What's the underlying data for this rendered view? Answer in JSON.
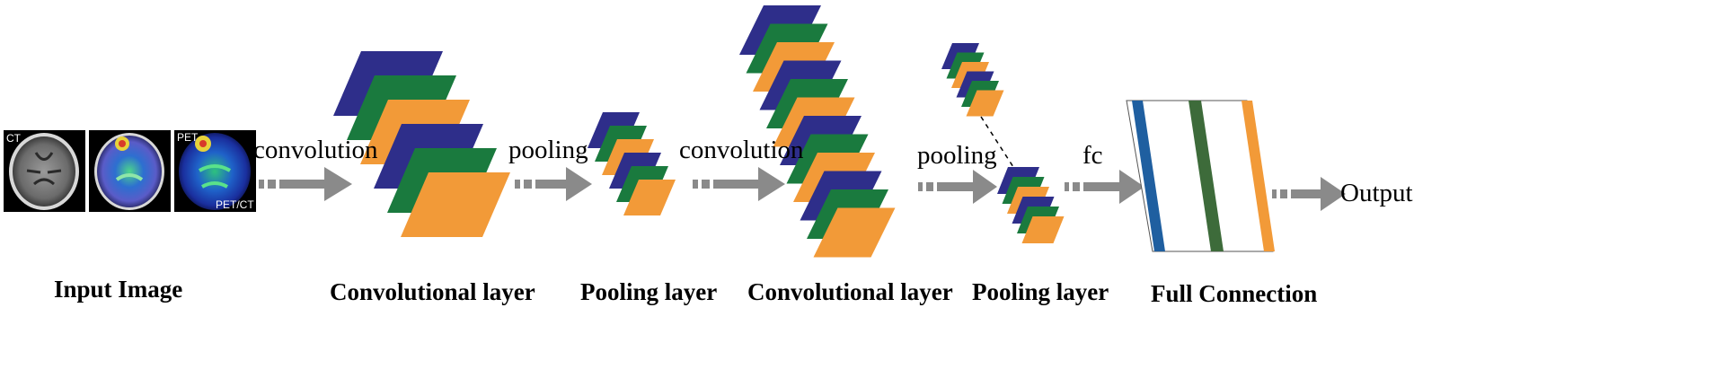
{
  "colors": {
    "blue": "#2e2e8a",
    "green": "#1a7a3e",
    "orange": "#f29a38",
    "arrow": "#8a8a8a",
    "fc_blue": "#1f5fa0",
    "fc_green": "#3d6b3a",
    "fc_orange": "#f29a38"
  },
  "input": {
    "tags": {
      "ct": "CT",
      "pet": "PET",
      "petct": "PET/CT"
    }
  },
  "operations": {
    "conv1": "convolution",
    "pool1": "pooling",
    "conv2": "convolution",
    "pool2": "pooling",
    "fc": "fc",
    "output": "Output"
  },
  "stages": {
    "input": "Input Image",
    "conv1": "Convolutional layer",
    "pool1": "Pooling layer",
    "conv2": "Convolutional layer",
    "pool2": "Pooling layer",
    "fc": "Full Connection"
  }
}
